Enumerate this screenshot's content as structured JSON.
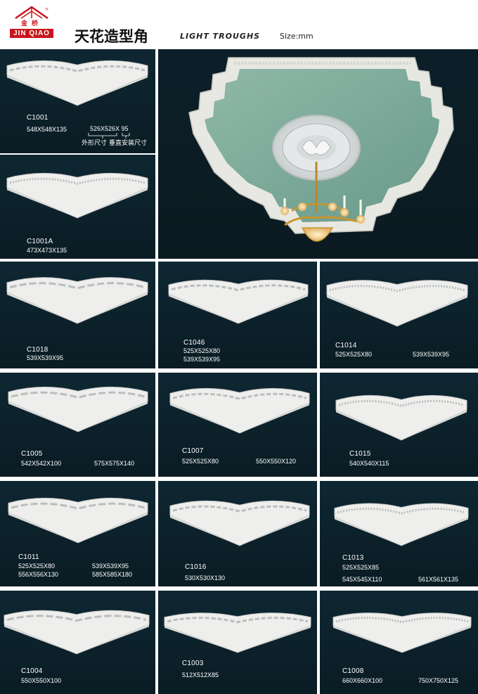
{
  "brand": {
    "cn": "金桥",
    "en": "JIN QIAO",
    "color": "#c8161d"
  },
  "header": {
    "title_cn": "天花造型角",
    "title_en": "LIGHT TROUGHS",
    "size": "Size:mm"
  },
  "legend": {
    "outer": "外形尺寸",
    "vertical": "垂直安装尺寸",
    "sample": "526X526X 95"
  },
  "products": [
    {
      "code": "C1001",
      "dims": [
        "548X548X135"
      ]
    },
    {
      "code": "C1001A",
      "dims": [
        "473X473X135"
      ]
    },
    {
      "code": "C1018",
      "dims": [
        "539X539X95"
      ]
    },
    {
      "code": "C1046",
      "dims": [
        "525X525X80",
        "539X539X95"
      ]
    },
    {
      "code": "C1014",
      "dims": [
        "525X525X80",
        "539X539X95"
      ]
    },
    {
      "code": "C1005",
      "dims": [
        "542X542X100",
        "575X575X140"
      ]
    },
    {
      "code": "C1007",
      "dims": [
        "525X525X80",
        "550X550X120"
      ]
    },
    {
      "code": "C1015",
      "dims": [
        "540X540X115"
      ]
    },
    {
      "code": "C1011",
      "dims": [
        "525X525X80",
        "539X539X95",
        "556X556X130",
        "585X585X180"
      ]
    },
    {
      "code": "C1016",
      "dims": [
        "530X530X130"
      ]
    },
    {
      "code": "C1013",
      "dims": [
        "525X525X85",
        "545X545X110",
        "561X561X135"
      ]
    },
    {
      "code": "C1004",
      "dims": [
        "550X550X100"
      ]
    },
    {
      "code": "C1003",
      "dims": [
        "512X512X85"
      ]
    },
    {
      "code": "C1008",
      "dims": [
        "660X660X100",
        "750X750X125"
      ]
    }
  ]
}
